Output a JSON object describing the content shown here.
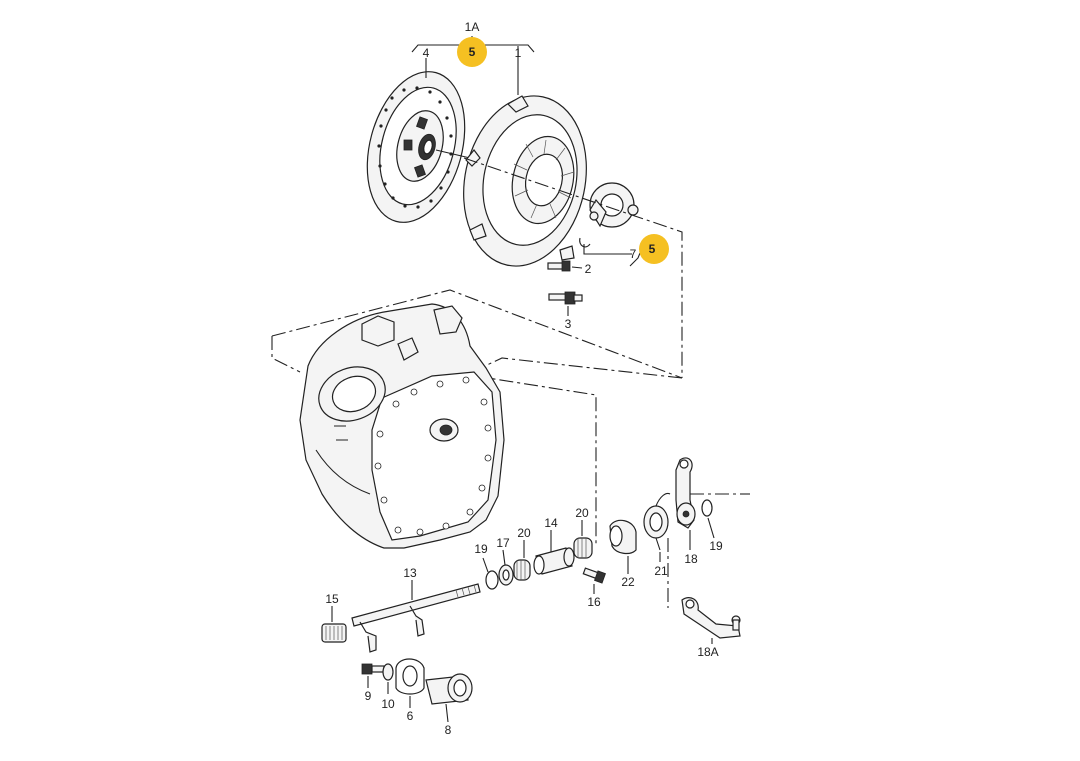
{
  "diagram": {
    "highlight_color": "#F5C022",
    "highlighted_labels": [
      "5",
      "5"
    ],
    "labels": {
      "l_1A": "1A",
      "l_4": "4",
      "l_1": "1",
      "l_2": "2",
      "l_3": "3",
      "l_7": "7",
      "l_13": "13",
      "l_14": "14",
      "l_15": "15",
      "l_16": "16",
      "l_17": "17",
      "l_19a": "19",
      "l_20a": "20",
      "l_20b": "20",
      "l_22": "22",
      "l_21": "21",
      "l_18": "18",
      "l_19b": "19",
      "l_18A": "18A",
      "l_9": "9",
      "l_10": "10",
      "l_6": "6",
      "l_8": "8"
    }
  }
}
